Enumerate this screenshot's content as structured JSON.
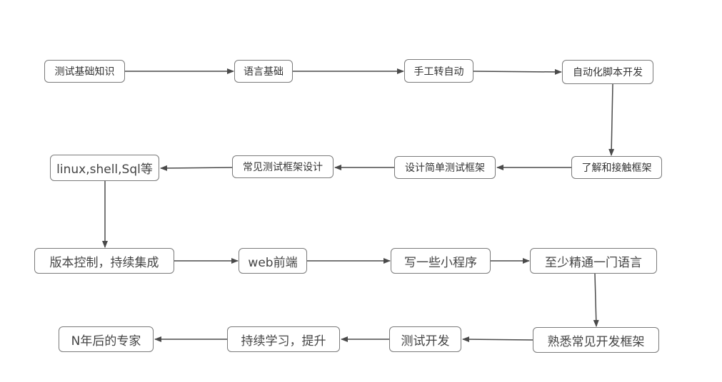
{
  "nodes": {
    "n1": "测试基础知识",
    "n2": "语言基础",
    "n3": "手工转自动",
    "n4": "自动化脚本开发",
    "n5": "了解和接触框架",
    "n6": "设计简单测试框架",
    "n7": "常见测试框架设计",
    "n8": "linux,shell,Sql等",
    "n9": "版本控制，持续集成",
    "n10": "web前端",
    "n11": "写一些小程序",
    "n12": "至少精通一门语言",
    "n13": "熟悉常见开发框架",
    "n14": "测试开发",
    "n15": "持续学习，提升",
    "n16": "N年后的专家"
  },
  "colors": {
    "border": "#7a7a7a",
    "arrow": "#4a4a4a",
    "text": "#333333"
  }
}
